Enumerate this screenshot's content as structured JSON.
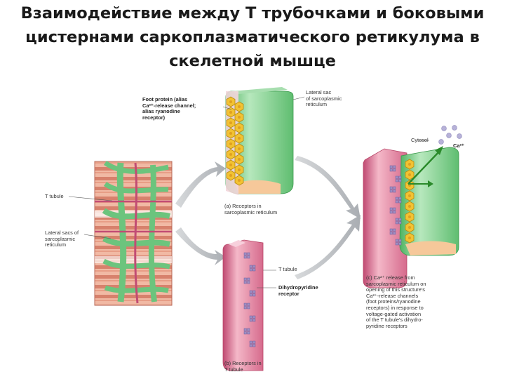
{
  "title": {
    "line1": "Взаимодействие между Т трубочками и боковыми",
    "line2": "цистернами саркоплазматического ретикулума в",
    "line3": "скелетной мышце"
  },
  "labels": {
    "foot_protein": "Foot protein (alias\nCa²⁺-release channel;\nalias ryanodine\nreceptor)",
    "lateral_sac_top": "Lateral sac\nof sarcoplasmic\nreticulum",
    "t_tubule_left": "T tubule",
    "lateral_sacs_left": "Lateral sacs of\nsarcoplasmic\nreticulum",
    "caption_a": "(a)  Receptors in\n      sarcoplasmic reticulum",
    "cytosol": "Cytosol",
    "ca2": "Ca²⁺",
    "t_tubule_mid": "T tubule",
    "dihydropyridine": "Dihydropyridine\nreceptor",
    "caption_c": "(c)  Ca²⁺ release from\nsarcoplasmic reticulum on\nopening of this structure's\nCa²⁺-release channels\n(foot proteins/ryanodine\nreceptors) in response to\nvoltage-gated activation\nof the T tubule's dihydro-\npyridine receptors",
    "caption_b": "(b)  Receptors in\n      T tubule"
  },
  "colors": {
    "sr_green": "#7fcf8a",
    "t_tubule_pink": "#e07a9a",
    "foot_yellow": "#f2c232",
    "receptor_purple": "#9d8fc4",
    "arrow_gray": "#b9bcc0",
    "muscle_red": "#c9685a",
    "release_arrow": "#2a8a2a"
  }
}
